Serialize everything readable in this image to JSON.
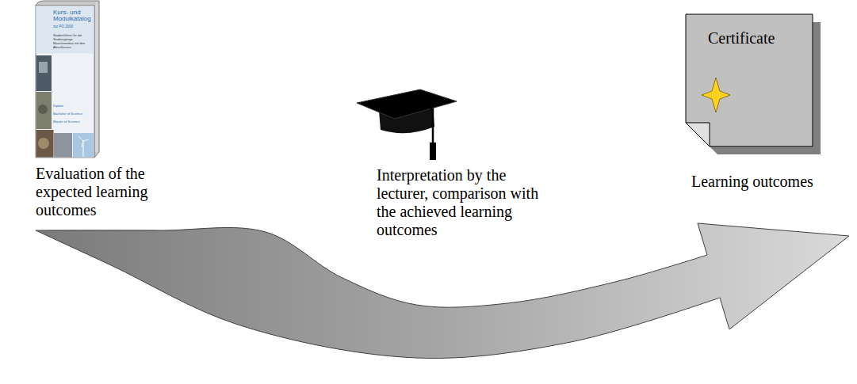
{
  "diagram": {
    "nodes": [
      {
        "text": [
          "Kurs- und Modulkatalog",
          "zur PO 2000",
          "Studienführer für die Studiengänge Maschinenbau mit den Abschlüssen",
          "Diplom",
          "Bachelor of Science",
          "Master of Science",
          "Evaluation of the expected learning outcomes"
        ]
      },
      {
        "text": [
          "Interpretation by the lecturer, comparison with the achieved learning outcomes"
        ]
      },
      {
        "text": [
          "Certificate",
          "Learning outcomes"
        ]
      }
    ],
    "edges": [
      {
        "from": 0,
        "to": 2,
        "arrow": "to"
      }
    ]
  }
}
